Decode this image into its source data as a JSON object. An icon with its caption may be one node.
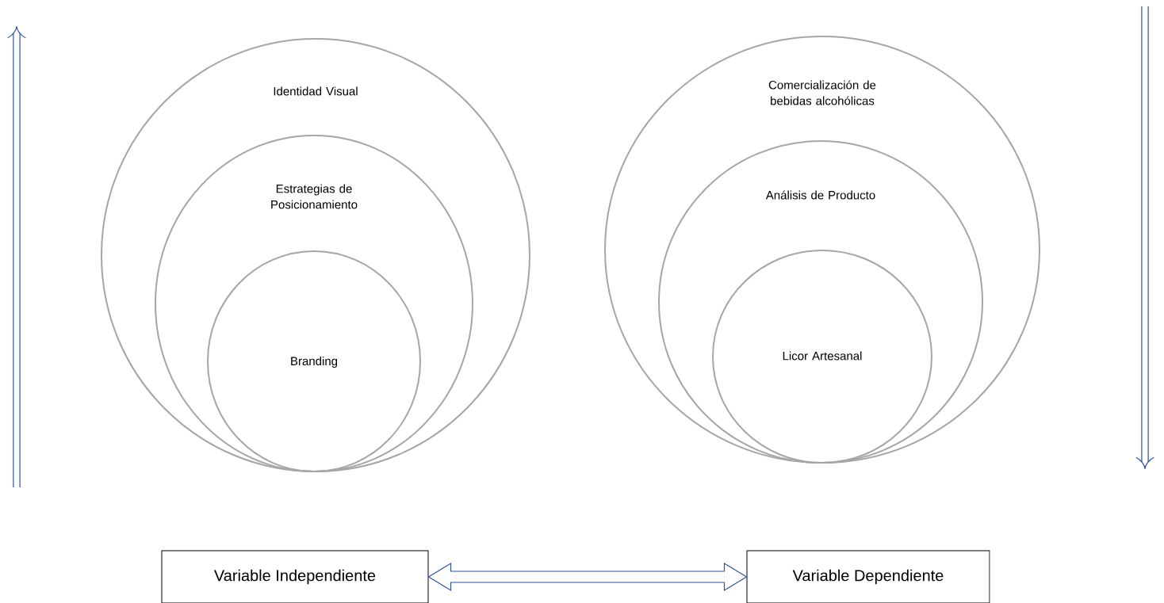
{
  "diagram": {
    "nodes": [
      {
        "text": [
          "Identidad Visual"
        ]
      },
      {
        "text": [
          "Estrategias de Posicionamiento"
        ],
        "in": 0
      },
      {
        "text": [
          "Branding"
        ],
        "in": 1
      },
      {
        "text": [
          "Comercialización de bebidas alcohólicas"
        ]
      },
      {
        "text": [
          "Análisis de Producto"
        ],
        "in": 3
      },
      {
        "text": [
          "Licor Artesanal"
        ],
        "in": 4
      },
      {
        "text": [
          "Variable Independiente"
        ]
      },
      {
        "text": [
          "Variable Dependiente"
        ]
      }
    ],
    "edges": [
      {
        "from": 6,
        "to": 7,
        "arrow": "both"
      }
    ]
  }
}
